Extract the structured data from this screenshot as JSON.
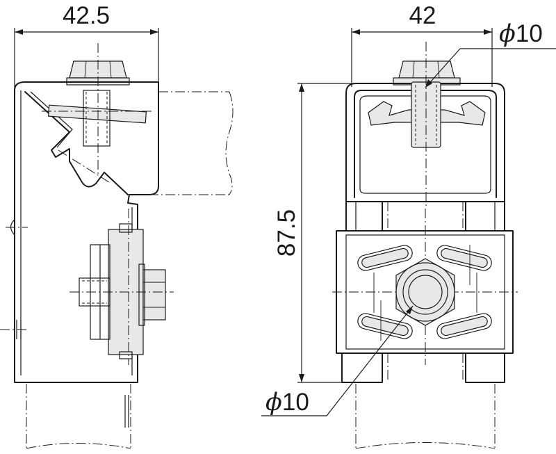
{
  "dimensions": {
    "side_width": "42.5",
    "front_width": "42",
    "height": "87.5",
    "bolt_top_prefix": "ϕ",
    "bolt_top_value": "10",
    "bolt_bottom_prefix": "ϕ",
    "bolt_bottom_value": "10"
  }
}
